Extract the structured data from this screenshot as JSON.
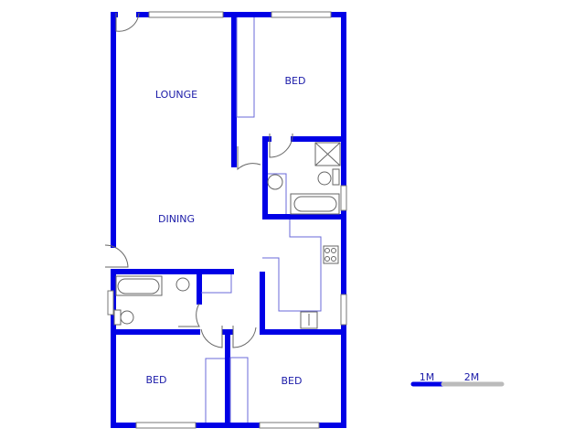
{
  "plan": {
    "rooms": [
      {
        "label": "LOUNGE"
      },
      {
        "label": "BED"
      },
      {
        "label": "DINING"
      },
      {
        "label": "BED"
      },
      {
        "label": "BED"
      }
    ],
    "scale_bar": {
      "labels": [
        "1M",
        "2M"
      ]
    },
    "colors": {
      "wall": "#0000e6",
      "fixture": "#666666",
      "scale_first": "#0000e6",
      "scale_second": "#bbbbbb"
    }
  }
}
